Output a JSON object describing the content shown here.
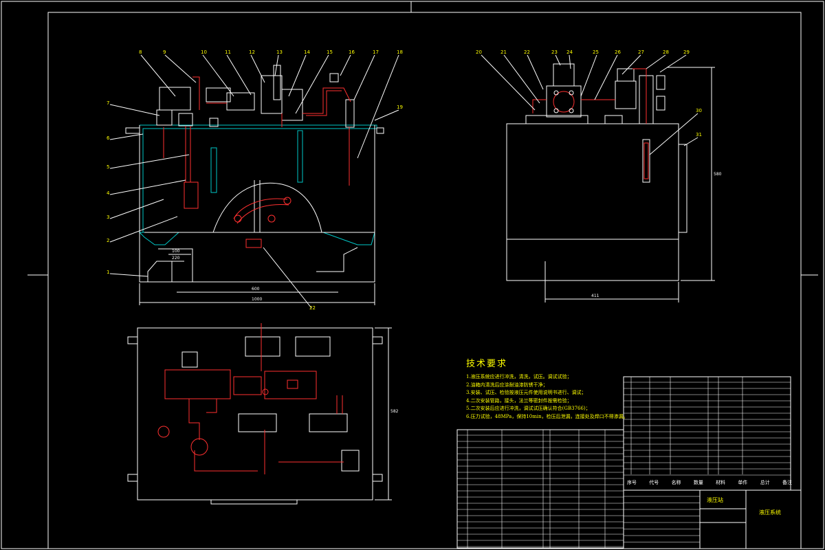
{
  "drawing": {
    "colors": {
      "outline": "#ffffff",
      "hatch": "#00c8c8",
      "pipe": "#ff3030",
      "dimension": "#ffffff",
      "text": "#ffff00",
      "background": "#000000"
    },
    "front_view": {
      "leaders": [
        "1",
        "2",
        "3",
        "4",
        "5",
        "6",
        "7",
        "8",
        "9",
        "10",
        "11",
        "12",
        "13",
        "14",
        "15",
        "16",
        "17",
        "18",
        "19",
        "20",
        "22"
      ],
      "dims": {
        "width_total": "1000",
        "width_inner": "600",
        "small_a": "220",
        "small_b": "100"
      }
    },
    "side_view": {
      "leaders": [
        "20",
        "21",
        "22",
        "23",
        "24",
        "25",
        "26",
        "27",
        "28",
        "29",
        "30",
        "31"
      ],
      "dims": {
        "depth": "411",
        "height": "580"
      }
    },
    "plan_view": {
      "dims": {
        "depth": "582"
      }
    },
    "tech_requirements": {
      "title": "技术要求",
      "items": [
        "1.液压系统应进行冲洗，清洗，试压。调试试验；",
        "2.油箱内清洗后应涂耐油漆防锈干净；",
        "3.安装、试压、检验按液压元件使用说明书进行、调试；",
        "4.二次安装管路，接头，法兰等密封件按需检验；",
        "5.二次安装后应进行冲洗，调试试压确认符合(GB3766)；",
        "6.压力试验，48MPa，保持10min，检压后泄漏，连接处及焊口不得渗漏。"
      ]
    },
    "title_block": {
      "headers": [
        "序号",
        "代号",
        "名称",
        "数量",
        "材料",
        "单件",
        "总计",
        "备注"
      ],
      "drawing_name": "液压系统",
      "project_name": "液压站"
    }
  }
}
